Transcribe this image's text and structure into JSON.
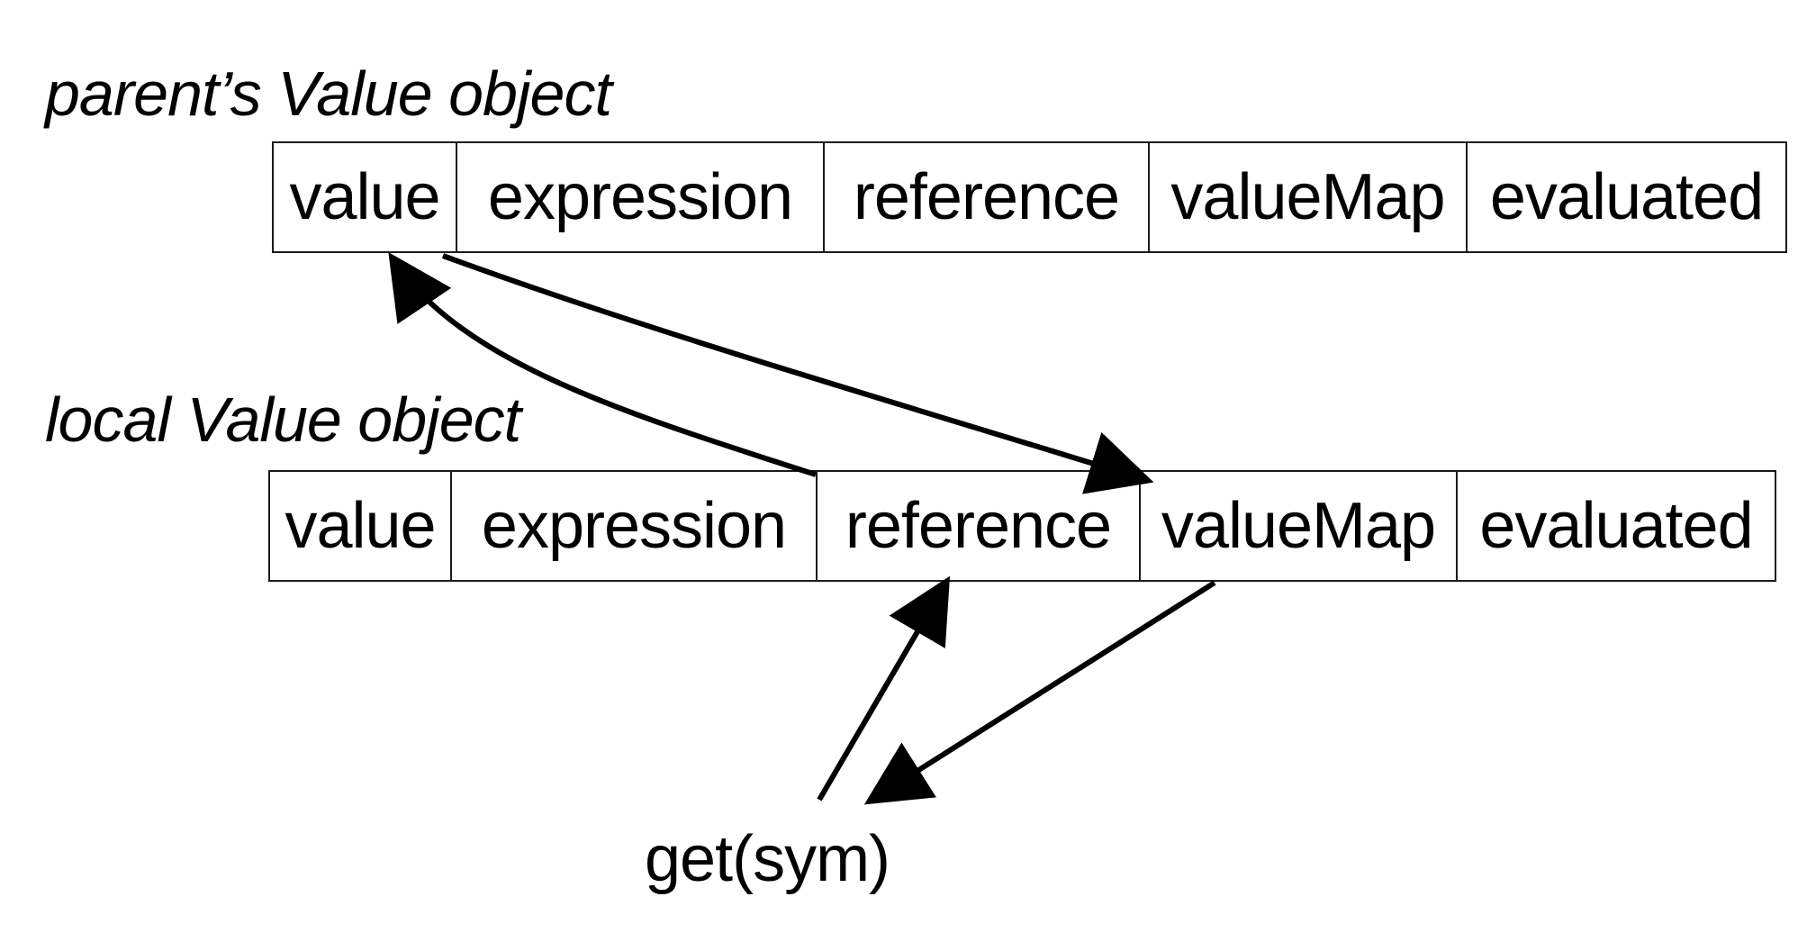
{
  "diagram": {
    "parent_object": {
      "title": "parent’s Value object",
      "fields": [
        "value",
        "expression",
        "reference",
        "valueMap",
        "evaluated"
      ]
    },
    "local_object": {
      "title": "local  Value object",
      "fields": [
        "value",
        "expression",
        "reference",
        "valueMap",
        "evaluated"
      ]
    },
    "call_label": "get(sym)",
    "arrows": [
      {
        "from": "local_object.reference",
        "to": "parent_object.value"
      },
      {
        "from": "parent_object.value",
        "to": "local_object.valueMap"
      },
      {
        "from": "call_label",
        "to": "local_object.reference"
      },
      {
        "from": "local_object.valueMap",
        "to": "call_label"
      }
    ],
    "colors": {
      "line": "#000000",
      "background": "#ffffff"
    }
  }
}
